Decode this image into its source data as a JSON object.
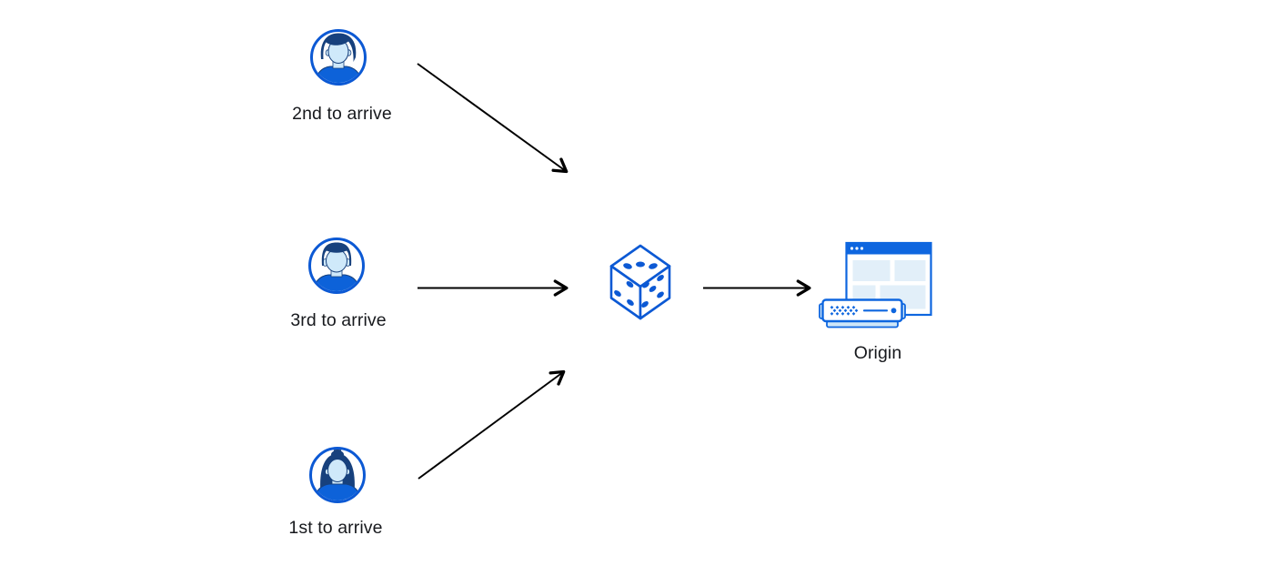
{
  "colors": {
    "background": "#ffffff",
    "primary_blue": "#0c59d4",
    "browser_bar_blue": "#0e66df",
    "dark_navy_hair": "#17417d",
    "skin_light_blue": "#cfe9fa",
    "shirt_blue": "#0d62d9",
    "pale_blue_panel": "#e2eff9",
    "server_base_blue": "#cfe7f8",
    "arrow_black": "#000000",
    "label_text": "#17191d"
  },
  "nodes": {
    "visitor_second": {
      "label": "2nd to arrive",
      "icon": "male-avatar-swoop-hair-icon"
    },
    "visitor_third": {
      "label": "3rd to arrive",
      "icon": "male-avatar-flattop-hair-icon"
    },
    "visitor_first": {
      "label": "1st to arrive",
      "icon": "female-avatar-bun-hair-icon"
    },
    "randomizer": {
      "icon": "dice-icon"
    },
    "origin": {
      "label": "Origin",
      "icon": "origin-server-browser-icon"
    }
  },
  "edges": [
    {
      "from": "visitor_second",
      "to": "randomizer"
    },
    {
      "from": "visitor_third",
      "to": "randomizer"
    },
    {
      "from": "visitor_first",
      "to": "randomizer"
    },
    {
      "from": "randomizer",
      "to": "origin"
    }
  ]
}
